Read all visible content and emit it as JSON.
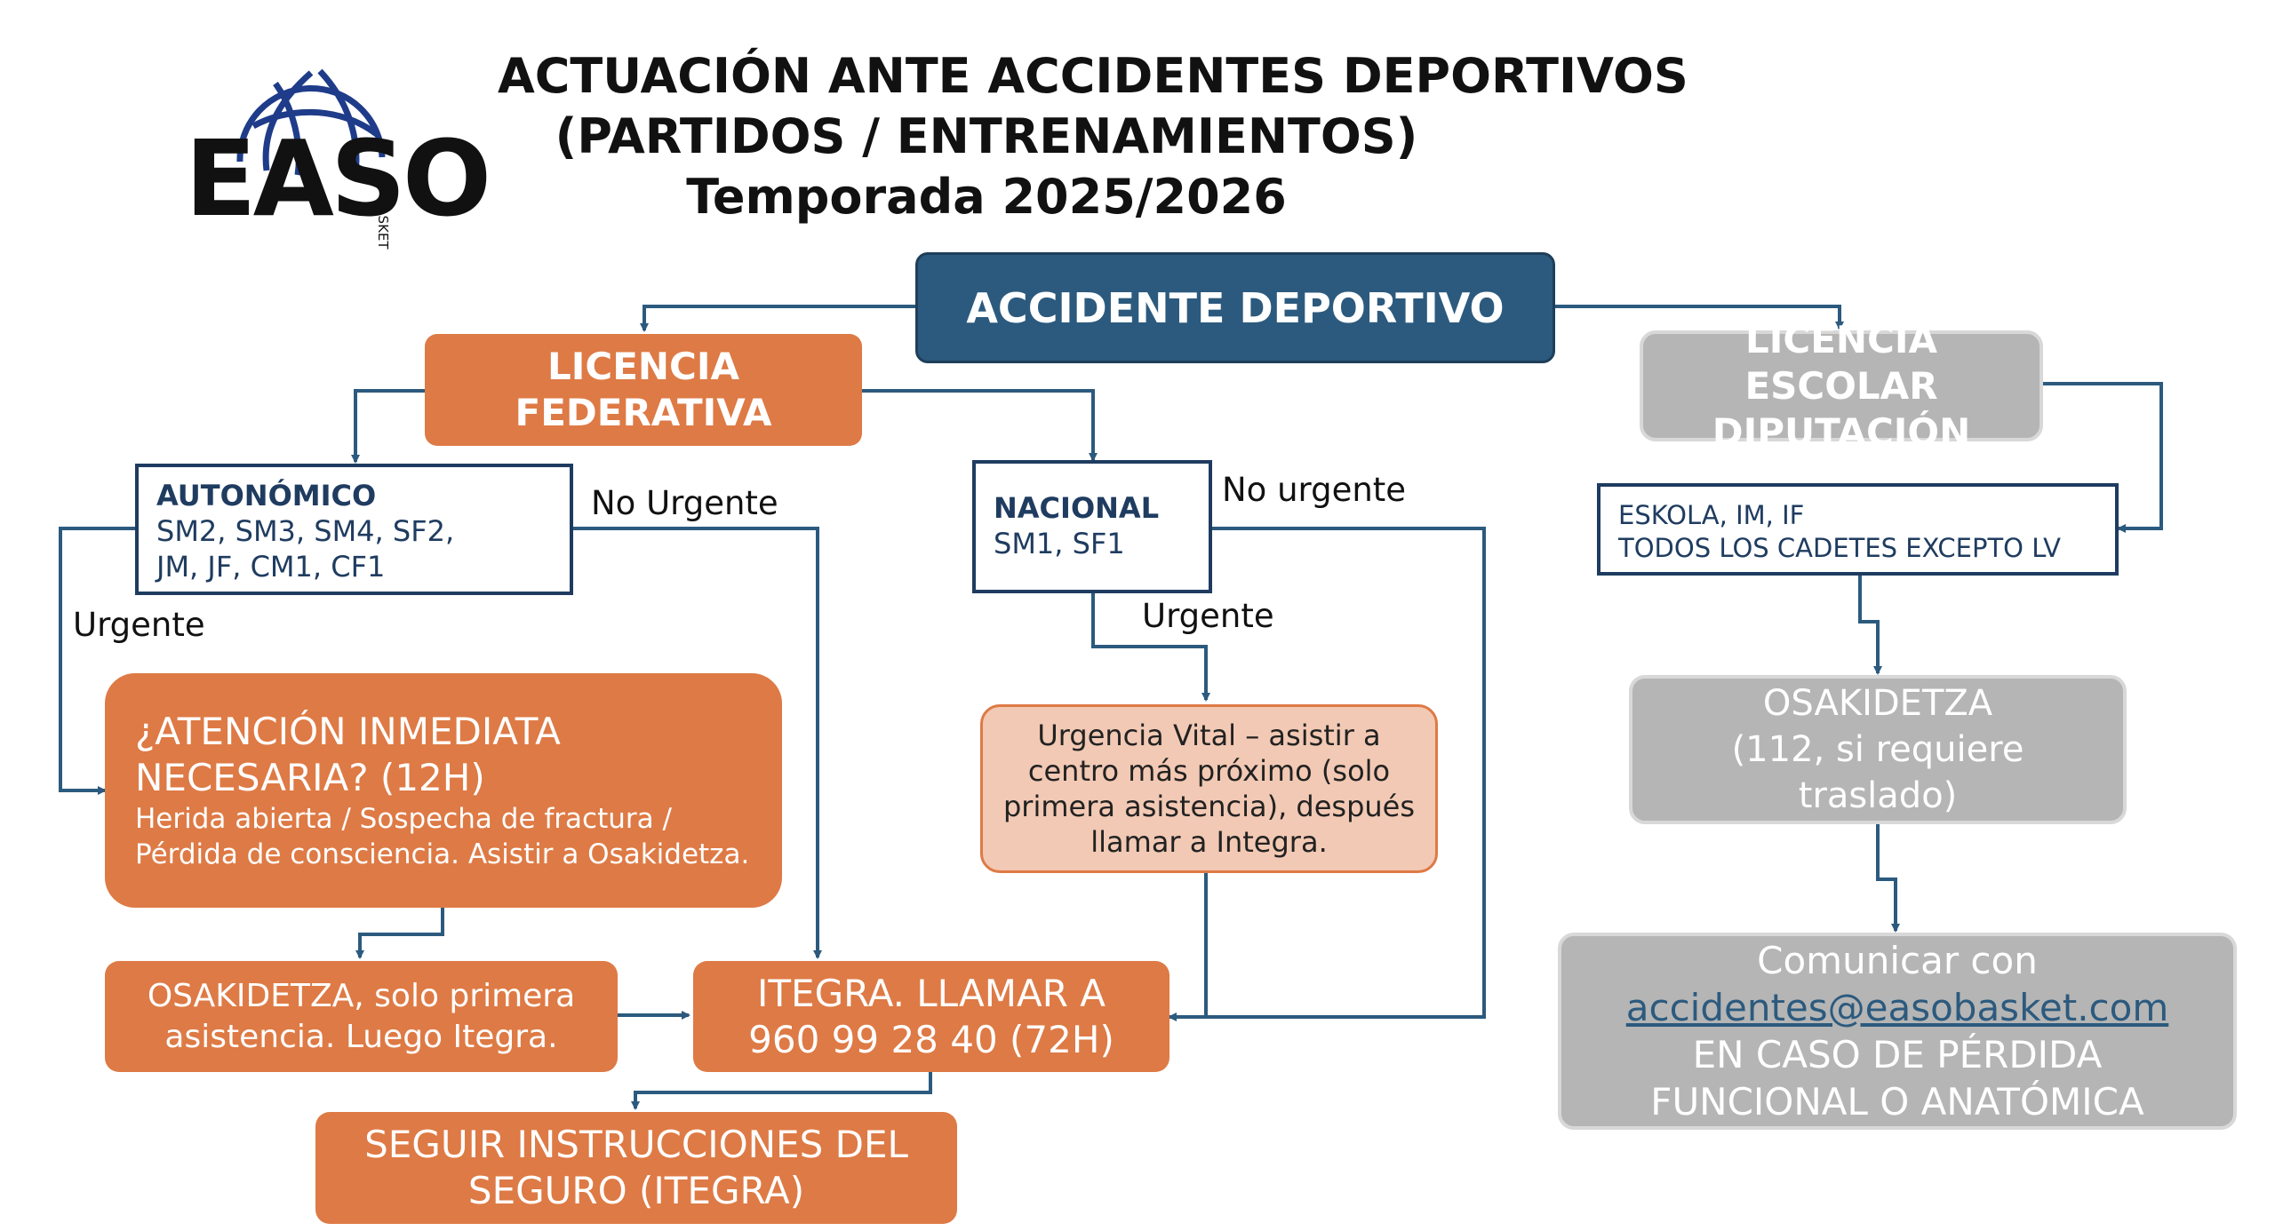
{
  "header": {
    "title_line1": "ACTUACIÓN ANTE ACCIDENTES DEPORTIVOS",
    "title_line2": "(PARTIDOS / ENTRENAMIENTOS)",
    "title_line3": "Temporada 2025/2026"
  },
  "logo": {
    "text": "EASO",
    "subtext": "BASKET"
  },
  "nodes": {
    "accidente": "ACCIDENTE DEPORTIVO",
    "federativa_1": "LICENCIA",
    "federativa_2": "FEDERATIVA",
    "escolar_1": "LICENCIA ESCOLAR",
    "escolar_2": "DIPUTACIÓN",
    "autonomico_title": "AUTONÓMICO",
    "autonomico_l1": "SM2, SM3, SM4, SF2,",
    "autonomico_l2": "JM, JF, CM1, CF1",
    "nacional_title": "NACIONAL",
    "nacional_l1": "SM1, SF1",
    "eskola_l1": "ESKOLA, IM, IF",
    "eskola_l2": "TODOS LOS CADETES EXCEPTO LV",
    "atencion_l1": "¿ATENCIÓN INMEDIATA",
    "atencion_l2": "NECESARIA? (12H)",
    "atencion_l3": "Herida abierta / Sospecha de fractura /",
    "atencion_l4": "Pérdida de consciencia. Asistir a Osakidetza.",
    "urgencia_l1": "Urgencia Vital – asistir a",
    "urgencia_l2": "centro más próximo (solo",
    "urgencia_l3": "primera asistencia), después",
    "urgencia_l4": "llamar a Integra.",
    "osak_grey_l1": "OSAKIDETZA",
    "osak_grey_l2": "(112, si requiere",
    "osak_grey_l3": "traslado)",
    "osak_orange_l1": "OSAKIDETZA, solo primera",
    "osak_orange_l2": "asistencia. Luego Itegra.",
    "itegra_l1": "ITEGRA. LLAMAR A",
    "itegra_l2": "960 99 28 40 (72H)",
    "comunicar_l1": "Comunicar con",
    "comunicar_email": "accidentes@easobasket.com",
    "comunicar_l3": "EN CASO DE PÉRDIDA",
    "comunicar_l4": "FUNCIONAL O ANATÓMICA",
    "seguir_l1": "SEGUIR INSTRUCCIONES DEL",
    "seguir_l2": "SEGURO (ITEGRA)"
  },
  "labels": {
    "no_urgente_1": "No Urgente",
    "no_urgente_2": "No urgente",
    "urgente_1": "Urgente",
    "urgente_2": "Urgente"
  },
  "colors": {
    "navy": "#2c5a7e",
    "orange": "#de7a45",
    "light_orange": "#f2c9b4",
    "grey": "#b5b5b5",
    "outline_blue": "#1f3c60"
  }
}
